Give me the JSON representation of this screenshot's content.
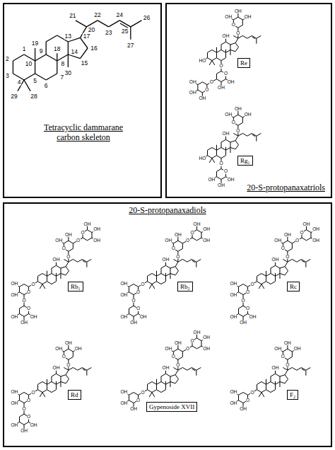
{
  "diagram": {
    "nodes": [
      {
        "text": [
          "Tetracyclic dammarane carbon skeleton"
        ]
      },
      {
        "text": [
          "20-S-protopanaxatriols"
        ]
      },
      {
        "text": [
          "Re"
        ],
        "in": 1
      },
      {
        "text": [
          "Rg₁"
        ],
        "in": 1
      },
      {
        "text": [
          "20-S-protopanaxadiols"
        ]
      },
      {
        "text": [
          "Rb₁"
        ],
        "in": 4
      },
      {
        "text": [
          "Rb₂"
        ],
        "in": 4
      },
      {
        "text": [
          "Rc"
        ],
        "in": 4
      },
      {
        "text": [
          "Rd"
        ],
        "in": 4
      },
      {
        "text": [
          "Gypenoside XVII"
        ],
        "in": 4
      },
      {
        "text": [
          "F₂"
        ],
        "in": 4
      }
    ],
    "labels": [
      "1",
      "2",
      "3",
      "4",
      "5",
      "6",
      "7",
      "8",
      "9",
      "10",
      "13",
      "14",
      "15",
      "16",
      "17",
      "18",
      "19",
      "20",
      "21",
      "22",
      "23",
      "24",
      "25",
      "26",
      "27",
      "28",
      "29",
      "30",
      "HO",
      "O",
      "O",
      "OH",
      "OH",
      "O",
      "O",
      "OH",
      "OH",
      "OH",
      "OH",
      "O",
      "O",
      "OH",
      "OH",
      "OH",
      "HO",
      "O",
      "O",
      "OH",
      "OH",
      "OH",
      "OH",
      "O",
      "O",
      "OH",
      "OH",
      "OH",
      "O",
      "O",
      "O",
      "O",
      "OH",
      "OH",
      "OH",
      "OH",
      "OH",
      "OH",
      "O",
      "O",
      "OH",
      "OH",
      "O",
      "O",
      "OH",
      "OH",
      "OH",
      "O",
      "O",
      "O",
      "O",
      "OH",
      "OH",
      "OH",
      "OH",
      "OH",
      "OH",
      "O",
      "O",
      "OH",
      "OH",
      "O",
      "O",
      "OH",
      "OH",
      "OH",
      "O",
      "O",
      "O",
      "O",
      "OH",
      "OH",
      "OH",
      "OH",
      "OH",
      "OH",
      "O",
      "O",
      "OH",
      "OH",
      "O",
      "O",
      "OH",
      "OH",
      "OH",
      "O",
      "O",
      "O",
      "O",
      "OH",
      "OH",
      "OH",
      "OH",
      "OH",
      "OH",
      "O",
      "O",
      "OH",
      "OH",
      "OH",
      "O",
      "O",
      "OH",
      "OH",
      "OH",
      "OH",
      "O",
      "O",
      "OH",
      "OH",
      "O",
      "O",
      "OH",
      "OH",
      "OH",
      "O",
      "O",
      "OH",
      "OH",
      "OH",
      "OH",
      "O",
      "O",
      "OH",
      "OH",
      "OH"
    ]
  }
}
